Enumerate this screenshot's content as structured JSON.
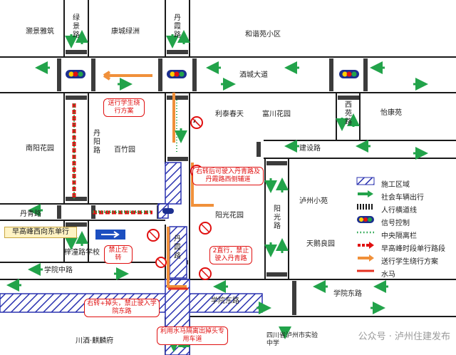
{
  "colors": {
    "road_border": "#1a1a1a",
    "green_arrow": "#22a34a",
    "construction": "#2b33b0",
    "red_note": "#e01010",
    "orange_route": "#f0903a",
    "morning_route_green": "#25a244",
    "median_green": "#22a34a",
    "label_box": "#fff3c4",
    "water_barrier": "#e53020"
  },
  "streets": {
    "lvjing_road": "绿景路",
    "danxia_road_north": "丹霞路",
    "danxia_road_south": "丹霞路",
    "jiucheng_avenue": "酒城大道",
    "danyang_road": "丹阳路",
    "danqing_road": "丹青路",
    "jianshe_road": "建设路",
    "yangguang_road": "阳光路",
    "xiyuan_road": "西苑路",
    "xueyuan_middle_road": "学院中路",
    "xueyuan_east_road_1": "学院东路",
    "xueyuan_east_road_2": "学院东路",
    "chuanjiu_road": "川酒·麒麟府"
  },
  "places": {
    "shuiyu_yazhu": "灏景雅筑",
    "kangcheng_lvzhou": "康城绿洲",
    "hexieyuan": "和谐苑小区",
    "litai_chuntian": "利泰春天",
    "fuchuan_huayuan": "富川花园",
    "yidiyuan": "怡康苑",
    "nanyang_huayuan": "南阳花园",
    "baizhuyuan": "百竹园",
    "luzhou_xiaoyuan": "泸州小苑",
    "yangguang_huayuan": "阳光花园",
    "tianhe_liangyuan": "天鹅良园",
    "zidaolu_school": "梓潼路学校",
    "sichuan_school": "四川省泸州市实验中学"
  },
  "notes": {
    "student_detour": "送行学生绕行方案",
    "right_turn_then": "右转后可驶入丹青路及丹霞路西侧辅道",
    "morning_one_way": "早高峰西向东单行",
    "no_left_turn": "禁止左转",
    "straight_no_right": "2直行，禁止驶入丹青路",
    "right_turn_uturn": "右转+掉头，禁止驶入学院东路",
    "water_barrier_lane": "利用水马隔离出掉头专用车道"
  },
  "legend": {
    "title_construction": "施工区域",
    "social_vehicle": "社会车辆出行",
    "crosswalk": "人行横道线",
    "signal": "信号控制",
    "median": "中央隔离栏",
    "morning_one_way": "早高峰时段单行路段",
    "student_detour": "送行学生绕行方案",
    "water_barrier": "水马"
  },
  "icons": {
    "traffic_light": "traffic-light-icon",
    "no_left_turn": "no-left-turn-icon",
    "no_uturn": "no-uturn-icon",
    "direction_sign": "direction-sign-icon"
  },
  "watermark": "公众号 · 泸州住建发布"
}
